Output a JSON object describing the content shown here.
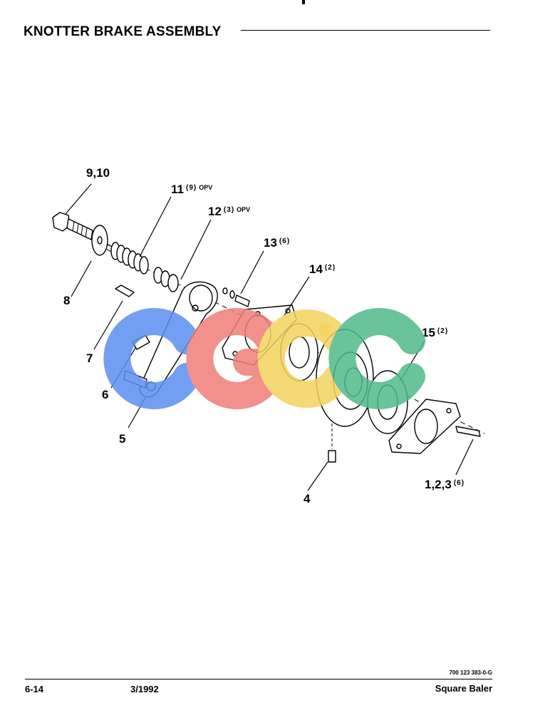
{
  "header": {
    "title": "KNOTTER BRAKE ASSEMBLY"
  },
  "callouts": [
    {
      "id": "c-9-10",
      "label": "9,10",
      "qty": "",
      "note": ""
    },
    {
      "id": "c-11",
      "label": "11",
      "qty": "(9)",
      "note": "OPV"
    },
    {
      "id": "c-12",
      "label": "12",
      "qty": "(3)",
      "note": "OPV"
    },
    {
      "id": "c-13",
      "label": "13",
      "qty": "(6)",
      "note": ""
    },
    {
      "id": "c-14",
      "label": "14",
      "qty": "(2)",
      "note": ""
    },
    {
      "id": "c-15",
      "label": "15",
      "qty": "(2)",
      "note": ""
    },
    {
      "id": "c-8",
      "label": "8",
      "qty": "",
      "note": ""
    },
    {
      "id": "c-7",
      "label": "7",
      "qty": "",
      "note": ""
    },
    {
      "id": "c-6",
      "label": "6",
      "qty": "",
      "note": ""
    },
    {
      "id": "c-5",
      "label": "5",
      "qty": "",
      "note": ""
    },
    {
      "id": "c-4",
      "label": "4",
      "qty": "",
      "note": ""
    },
    {
      "id": "c-1-2-3",
      "label": "1,2,3",
      "qty": "(6)",
      "note": ""
    }
  ],
  "watermark": {
    "letters": [
      "C",
      "G",
      "C",
      "C"
    ],
    "colors": [
      "#5b8ff0",
      "#f07d78",
      "#f4d35e",
      "#4fb98a"
    ]
  },
  "footer": {
    "doc_code": "700 123 383-0-G",
    "page_number": "6-14",
    "date": "3/1992",
    "product": "Square Baler"
  }
}
